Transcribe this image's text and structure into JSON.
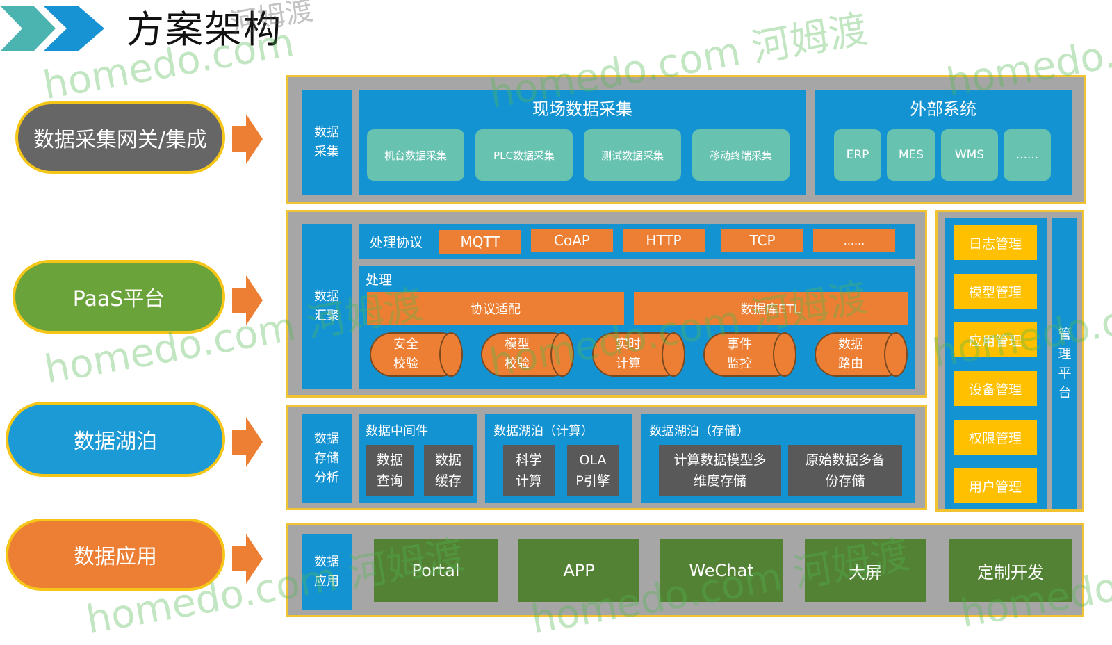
{
  "header": {
    "title": "方案架构"
  },
  "categories": {
    "gateway": "数据采集网关/集成",
    "paas": "PaaS平台",
    "lake": "数据湖泊",
    "apps": "数据应用"
  },
  "layer1": {
    "side_label": "数据采集",
    "field": {
      "title": "现场数据采集",
      "items": [
        "机台数据采集",
        "PLC数据采集",
        "测试数据采集",
        "移动终端采集"
      ]
    },
    "external": {
      "title": "外部系统",
      "items": [
        "ERP",
        "MES",
        "WMS",
        "......"
      ]
    }
  },
  "layer2": {
    "side_label": "数据汇聚",
    "protocol_label": "处理协议",
    "protocols": [
      "MQTT",
      "CoAP",
      "HTTP",
      "TCP",
      "......"
    ],
    "process_label": "处理",
    "adapt": "协议适配",
    "etl": "数据库ETL",
    "cylinders": [
      [
        "安全",
        "校验"
      ],
      [
        "模型",
        "校验"
      ],
      [
        "实时",
        "计算"
      ],
      [
        "事件",
        "监控"
      ],
      [
        "数据",
        "路由"
      ]
    ]
  },
  "layer3": {
    "side_label": "数据存储分析",
    "middleware": {
      "title": "数据中间件",
      "items": [
        [
          "数据",
          "查询"
        ],
        [
          "数据",
          "缓存"
        ]
      ]
    },
    "compute": {
      "title": "数据湖泊（计算）",
      "items": [
        [
          "科学",
          "计算"
        ],
        [
          "OLA",
          "P引擎"
        ]
      ]
    },
    "storage": {
      "title": "数据湖泊（存储）",
      "items": [
        [
          "计算数据模型多",
          "维度存储"
        ],
        [
          "原始数据多备",
          "份存储"
        ]
      ]
    }
  },
  "layer4": {
    "side_label": "数据应用",
    "items": [
      "Portal",
      "APP",
      "WeChat",
      "大屏",
      "定制开发"
    ]
  },
  "mgmt": {
    "title": "管理平台",
    "items": [
      "日志管理",
      "模型管理",
      "应用管理",
      "设备管理",
      "权限管理",
      "用户管理"
    ]
  },
  "watermark": {
    "text": "homedo.com 河姆渡",
    "latin": "homedo.com",
    "cjk": "河姆渡"
  },
  "colors": {
    "gray_frame": "#a6a6a6",
    "blue": "#1493d3",
    "teal": "#67c2b0",
    "orange": "#ec7f33",
    "yellow": "#ffc000",
    "dark": "#595959",
    "green": "#548235",
    "pill_gray": "#666666",
    "pill_green": "#6aa33a",
    "pill_blue": "#1c9ad6",
    "pill_orange": "#ec7f33"
  }
}
